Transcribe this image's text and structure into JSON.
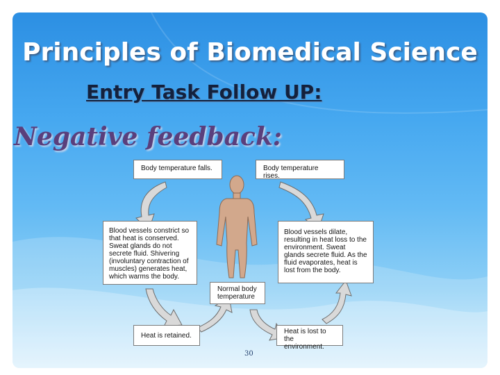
{
  "slide": {
    "title": "Principles of Biomedical Science",
    "subtitle": "Entry Task Follow UP:",
    "heading": "Negative feedback:",
    "page_number": "30"
  },
  "diagram": {
    "box_top_left": "Body temperature falls.",
    "box_top_right": "Body temperature rises.",
    "box_mid_left": "Blood vessels constrict so that heat is conserved. Sweat glands do not secrete fluid. Shivering (involuntary contraction of muscles) generates heat, which warms the body.",
    "box_mid_right": "Blood vessels dilate, resulting in heat loss to the environment. Sweat glands secrete fluid. As the fluid evaporates, heat is lost from the body.",
    "box_center": "Normal body temperature",
    "box_bottom_left": "Heat is retained.",
    "box_bottom_right": "Heat is lost to the environment."
  },
  "colors": {
    "box_border": "#7a7a7a",
    "arrow_fill": "#d9d9d9",
    "figure_skin": "#d2a88c"
  }
}
